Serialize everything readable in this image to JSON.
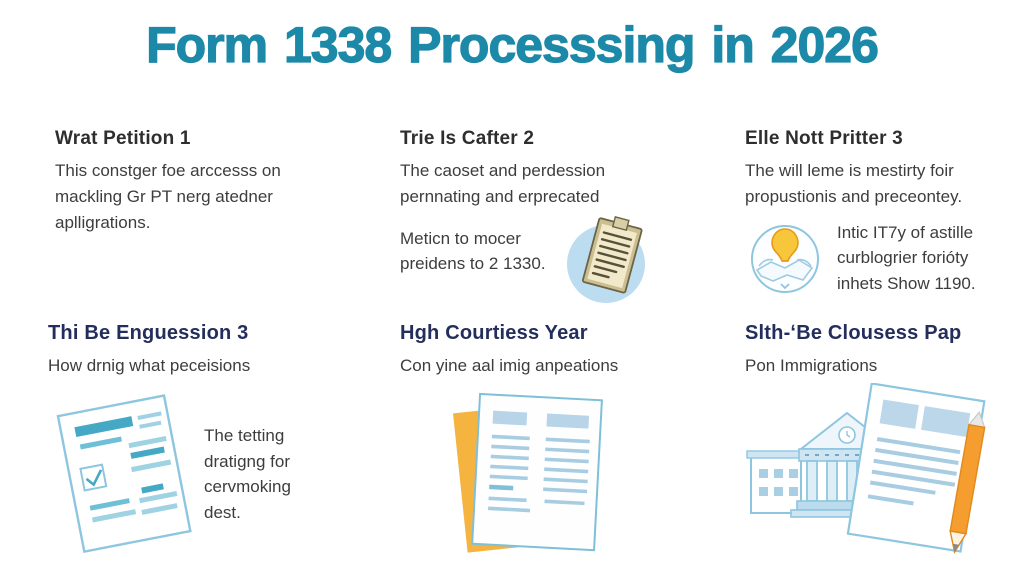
{
  "title": "Form 1338 Processsing in 2026",
  "colors": {
    "title_teal": "#1c89a8",
    "heading_dark": "#2e2e2e",
    "heading_navy": "#232e5c",
    "body_gray": "#3d3d3d",
    "illustration_blue": "#8ec6e0",
    "illustration_teal": "#45a9c6",
    "illustration_orange": "#f5a93c",
    "clipboard_tan": "#cbbf92",
    "bulb_yellow": "#f7c63a"
  },
  "sections": [
    {
      "heading": "Wrat Petition 1",
      "body": "This constger foe arccesss on mackling Gr PT nerg atedner aplligrations."
    },
    {
      "heading": "Trie Is Cafter 2",
      "body": "The caoset and perdession pernnating and erprecated",
      "note": "Meticn to mocer preidens to 2 1330.",
      "icon": "clipboard-icon"
    },
    {
      "heading": "Elle Nott Pritter 3",
      "body": "The will leme is mestirty foir propustionis and preceontey.",
      "note": "Intic IT7y of astille curblogrier forióty inhets Show 1190.",
      "icon": "idea-map-icon"
    },
    {
      "heading": "Thi Be Enguession 3",
      "body": "How drnig what peceisions",
      "note": "The tetting dratigng for cervmoking dest.",
      "icon": "checklist-document-illustration"
    },
    {
      "heading": "Hgh Courtiess Year",
      "body": "Con yine aal imig anpeations",
      "icon": "stacked-documents-illustration"
    },
    {
      "heading": "Slth-ʻBe Clousess Pap",
      "body": "Pon Immigrations",
      "icon": "courthouse-document-pencil-illustration"
    }
  ]
}
